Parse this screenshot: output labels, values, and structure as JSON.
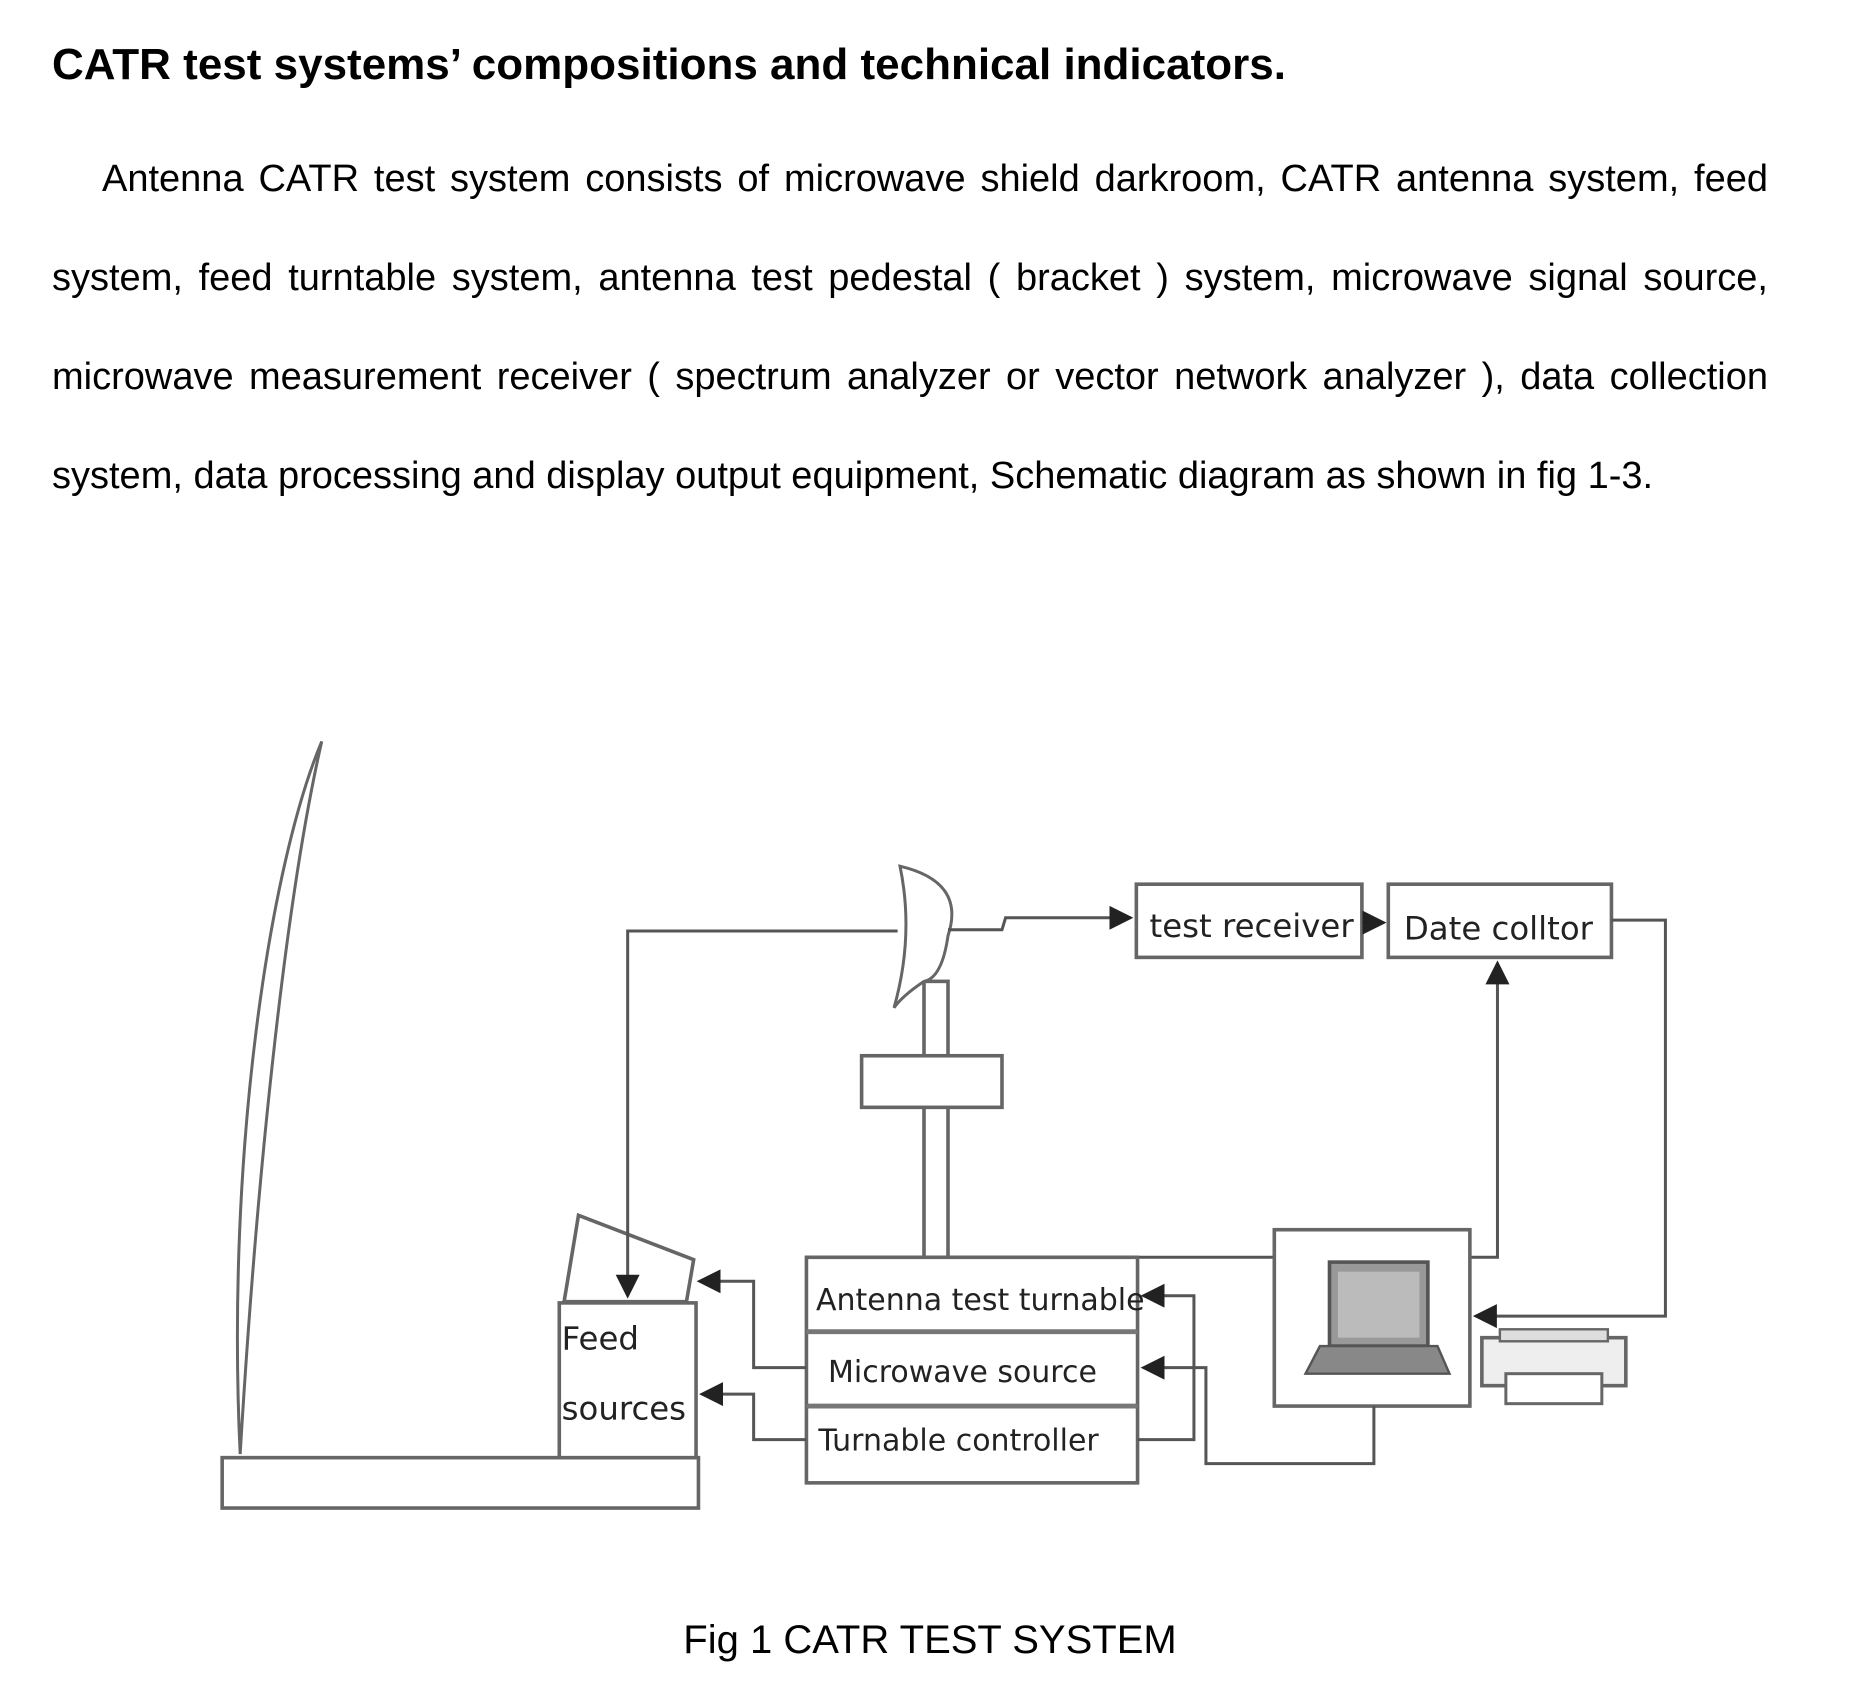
{
  "heading": "CATR test systems’ compositions and technical indicators.",
  "paragraph": "Antenna CATR test system consists of microwave shield darkroom, CATR antenna system, feed system, feed turntable system, antenna test pedestal ( bracket ) system, microwave signal source, microwave measurement receiver ( spectrum analyzer or vector network analyzer ), data collection system, data processing and display output equipment, Schematic diagram as shown in fig 1-3.",
  "diagram": {
    "test_receiver": "test receiver",
    "data_collector": "Date colltor",
    "feed_line1": "Feed",
    "feed_line2": "sources",
    "antenna_turntable": "Antenna test turnable",
    "microwave_source": "Microwave source",
    "turntable_controller": "Turnable controller"
  },
  "caption": "Fig 1 CATR TEST SYSTEM"
}
